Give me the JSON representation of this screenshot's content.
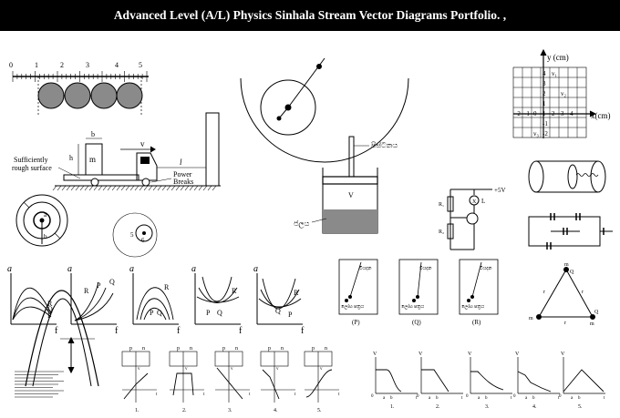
{
  "banner": {
    "title": "Advanced Level (A/L) Physics Sinhala Stream Vector Diagrams Portfolio. ,"
  },
  "ruler": {
    "ticks": [
      "0",
      "1",
      "2",
      "3",
      "4",
      "5"
    ]
  },
  "truck": {
    "b": "b",
    "h": "h",
    "m": "m",
    "v": "v",
    "l": "l",
    "rough_1": "Sufficiently",
    "rough_2": "rough surface",
    "brake_1": "Power",
    "brake_2": "Breaks"
  },
  "cylinder": {
    "piston": "පිස්ටනය",
    "v": "V",
    "water": "ජලය"
  },
  "coins": {
    "a": "a",
    "b": "b",
    "left": "5",
    "right": "6"
  },
  "grid": {
    "ylabel": "y (cm)",
    "xlabel": "x(cm)",
    "cells": [
      [
        "",
        "",
        "",
        "4",
        "v₁",
        "",
        "",
        ""
      ],
      [
        "",
        "",
        "",
        "3",
        "",
        "",
        "",
        ""
      ],
      [
        "",
        "",
        "",
        "2",
        "",
        "v₂",
        "",
        ""
      ],
      [
        "",
        "",
        "",
        "1",
        "",
        "",
        "",
        ""
      ],
      [
        "-2",
        "-1",
        "0",
        "1",
        "2",
        "3",
        "4",
        ""
      ],
      [
        "",
        "",
        "",
        "-1",
        "",
        "",
        "",
        ""
      ],
      [
        "",
        "",
        "v₃",
        "-2",
        "",
        "",
        "",
        ""
      ]
    ]
  },
  "circuit": {
    "r1": "R₁",
    "r2": "R₂",
    "lamp": "X",
    "l": "L",
    "supply": "+5V"
  },
  "curves": {
    "a": "a",
    "f": "f",
    "P": "P",
    "Q": "Q",
    "R": "R"
  },
  "beakers": {
    "labels": [
      "(P)",
      "(Q)",
      "(R)"
    ],
    "top": "වියදන",
    "bottom": "ලෝහ පත්‍රය"
  },
  "triangle": {
    "m": "m",
    "Q": "Q",
    "r": "r"
  },
  "vp_graphs": {
    "p": "p",
    "n": "n",
    "v": "v",
    "t": "t",
    "nums": [
      "1.",
      "2.",
      "3.",
      "4.",
      "5."
    ]
  },
  "vt_graphs": {
    "V": "V",
    "zero": "0",
    "a": "a",
    "b": "b",
    "t": "t",
    "nums": [
      "1.",
      "2.",
      "3.",
      "4.",
      "5."
    ]
  }
}
